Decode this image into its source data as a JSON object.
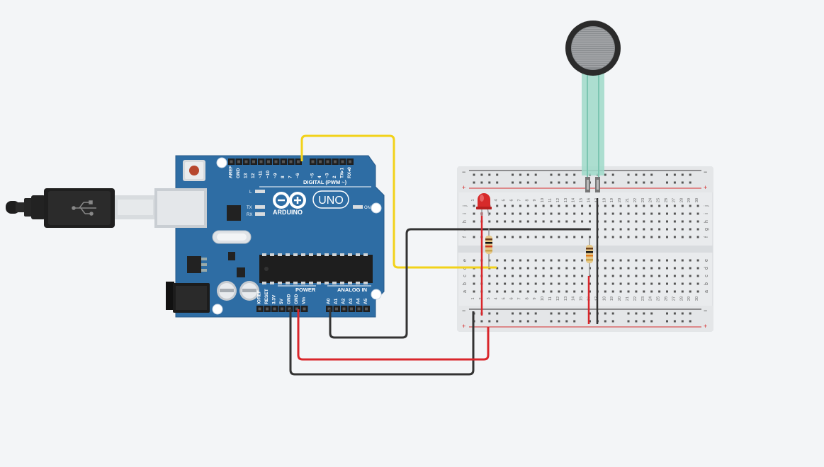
{
  "canvas": {
    "background": "#f3f5f7"
  },
  "colors": {
    "board": "#2e6da4",
    "board_edge": "#25598a",
    "breadboard": "#e9ebed",
    "rail_red": "#d62c2c",
    "rail_dark": "#333333",
    "wire_yellow": "#f2d21a",
    "wire_black": "#333333",
    "wire_red": "#d9262b",
    "sensor_teal": "#9fd9c9",
    "led_red": "#d72a2a"
  },
  "arduino": {
    "brand": "ARDUINO",
    "model": "UNO",
    "digital_label": "DIGITAL (PWM ~)",
    "power_label": "POWER",
    "analog_label": "ANALOG IN",
    "led_l": "L",
    "led_tx": "TX",
    "led_rx": "RX",
    "on_label": "ON",
    "digital_pins": [
      "AREF",
      "GND",
      "13",
      "12",
      "~11",
      "~10",
      "~9",
      "8",
      "7",
      "~6",
      "~5",
      "4",
      "~3",
      "2",
      "TX▸1",
      "RX◂0"
    ],
    "power_pins": [
      "IOREF",
      "RESET",
      "3.3V",
      "5V",
      "GND",
      "GND",
      "Vin"
    ],
    "analog_pins": [
      "A0",
      "A1",
      "A2",
      "A3",
      "A4",
      "A5"
    ]
  },
  "breadboard": {
    "columns": [
      "1",
      "2",
      "3",
      "4",
      "5",
      "6",
      "7",
      "8",
      "9",
      "10",
      "11",
      "12",
      "13",
      "14",
      "15",
      "16",
      "17",
      "18",
      "19",
      "20",
      "21",
      "22",
      "23",
      "24",
      "25",
      "26",
      "27",
      "28",
      "29",
      "30"
    ],
    "rows_top": [
      "j",
      "i",
      "h",
      "g",
      "f"
    ],
    "rows_bottom": [
      "e",
      "d",
      "c",
      "b",
      "a"
    ],
    "rail_minus": "−",
    "rail_plus": "+"
  }
}
